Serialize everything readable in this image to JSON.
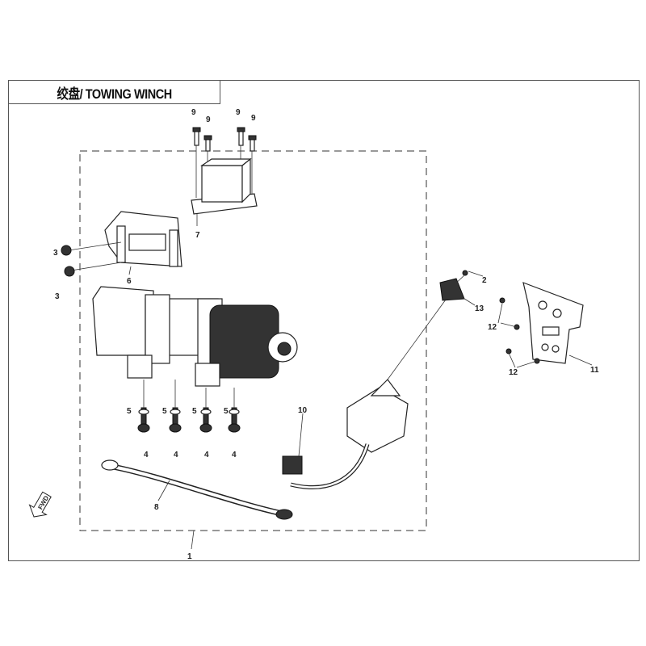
{
  "header": {
    "title": "绞盘/ TOWING WINCH"
  },
  "fwd_arrow": {
    "text": "FWD"
  },
  "callouts": [
    "9",
    "9",
    "9",
    "9",
    "7",
    "3",
    "3",
    "6",
    "2",
    "13",
    "12",
    "12",
    "11",
    "10",
    "5",
    "5",
    "5",
    "5",
    "4",
    "4",
    "4",
    "4",
    "8",
    "1"
  ]
}
